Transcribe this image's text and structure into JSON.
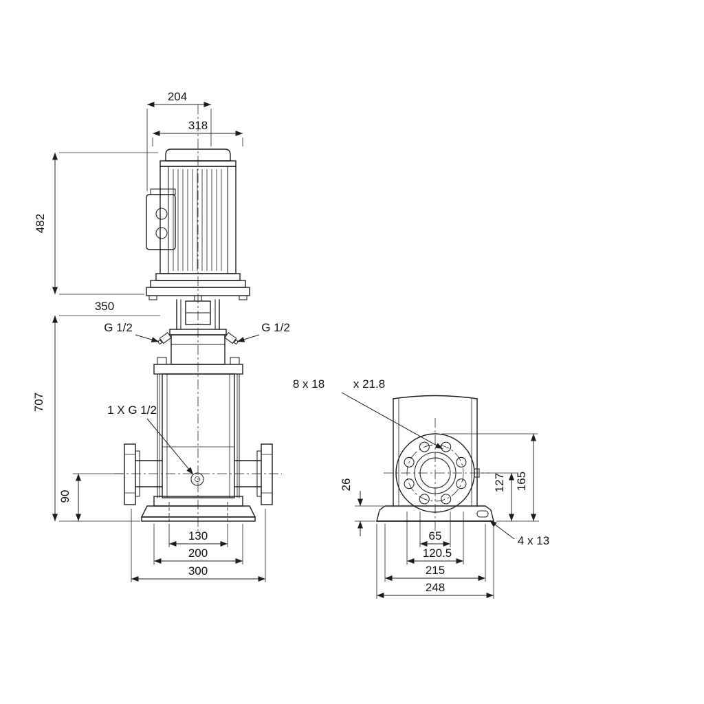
{
  "drawing": {
    "front_view": {
      "dim_204": "204",
      "dim_318": "318",
      "dim_482": "482",
      "dim_350": "350",
      "plug_left": "G 1/2",
      "plug_right": "G 1/2",
      "dim_707": "707",
      "drain_plug": "1 X G 1/2",
      "dim_90": "90",
      "dim_130": "130",
      "dim_200": "200",
      "dim_300": "300"
    },
    "side_view": {
      "bolt_spec": "8 x 18",
      "bolt_depth": "x 21.8",
      "dim_26": "26",
      "dim_127": "127",
      "dim_165": "165",
      "dim_65": "65",
      "dim_120_5": "120.5",
      "dim_215": "215",
      "dim_248": "248",
      "slot_spec": "4 x 13"
    }
  }
}
